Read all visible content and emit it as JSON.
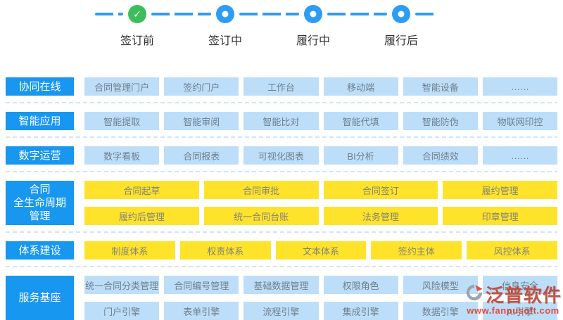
{
  "colors": {
    "accent_blue": "#1797f0",
    "sky_item": "#bddef8",
    "yellow_item": "#ffe32b",
    "green_done": "#3cbe5c",
    "timeline_blue": "#2d9cf4",
    "watermark_red": "#e2402e"
  },
  "timeline": {
    "check_glyph": "✓",
    "steps": [
      {
        "label": "签订前",
        "icon": "check-circle-icon",
        "state": "done"
      },
      {
        "label": "签订中",
        "icon": "ring-icon",
        "state": "pending"
      },
      {
        "label": "履行中",
        "icon": "ring-icon",
        "state": "pending"
      },
      {
        "label": "履行后",
        "icon": "ring-icon",
        "state": "pending"
      }
    ]
  },
  "rows": [
    {
      "label_lines": [
        "协同在线"
      ],
      "item_style": "sky",
      "lines": [
        [
          "合同管理门户",
          "签约门户",
          "工作台",
          "移动端",
          "智能设备",
          "……"
        ]
      ]
    },
    {
      "label_lines": [
        "智能应用"
      ],
      "item_style": "sky",
      "lines": [
        [
          "智能提取",
          "智能审阅",
          "智能比对",
          "智能代填",
          "智能防伪",
          "物联网印控"
        ]
      ]
    },
    {
      "label_lines": [
        "数字运营"
      ],
      "item_style": "sky",
      "lines": [
        [
          "数字看板",
          "合同报表",
          "可视化图表",
          "BI分析",
          "合同绩效",
          "……"
        ]
      ]
    },
    {
      "label_lines": [
        "合同",
        "全生命周期",
        "管理"
      ],
      "item_style": "yellow",
      "lines": [
        [
          "合同起草",
          "合同审批",
          "合同签订",
          "履约管理"
        ],
        [
          "履约后管理",
          "统一合同台账",
          "法务管理",
          "印章管理"
        ]
      ]
    },
    {
      "label_lines": [
        "体系建设"
      ],
      "item_style": "yellow",
      "lines": [
        [
          "制度体系",
          "权责体系",
          "文本体系",
          "签约主体",
          "风控体系"
        ]
      ]
    },
    {
      "label_lines": [
        "服务基座"
      ],
      "item_style": "sky",
      "lines": [
        [
          "统一合同分类管理",
          "合同编号管理",
          "基础数据管理",
          "权限角色",
          "风险模型",
          "信息安全"
        ],
        [
          "门户引擎",
          "表单引擎",
          "流程引擎",
          "集成引擎",
          "数据引擎",
          "AI引擎"
        ]
      ]
    }
  ],
  "watermark": {
    "brand": "泛普软件",
    "url": "www.fanpusoft.com"
  }
}
